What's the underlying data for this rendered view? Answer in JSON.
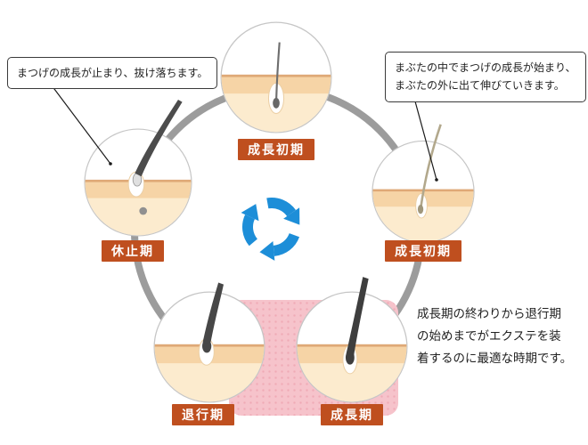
{
  "phases": {
    "top": {
      "label": "成長初期"
    },
    "right": {
      "label": "成長初期"
    },
    "left": {
      "label": "休止期"
    },
    "bottom_left": {
      "label": "退行期"
    },
    "bottom_right": {
      "label": "成長期"
    }
  },
  "callouts": {
    "resting": {
      "text": "まつげの成長が止まり、抜け落ちます。"
    },
    "early_growth": {
      "lines": [
        "まぶたの中でまつげの成長が始まり、",
        "まぶたの外に出て伸びていきます。"
      ]
    }
  },
  "note": {
    "lines": [
      "成長期の終わりから退行期",
      "の始めまでがエクステを装",
      "着するのに最適な時期です。"
    ]
  },
  "colors": {
    "label_bg": "#bf4f1f",
    "arrow_blue": "#1d8ed8",
    "highlight_pink": "#f6c3cb",
    "ring_gray": "#9c9c9c",
    "skin_light": "#fcebce",
    "skin_band": "#f6d4a6"
  }
}
